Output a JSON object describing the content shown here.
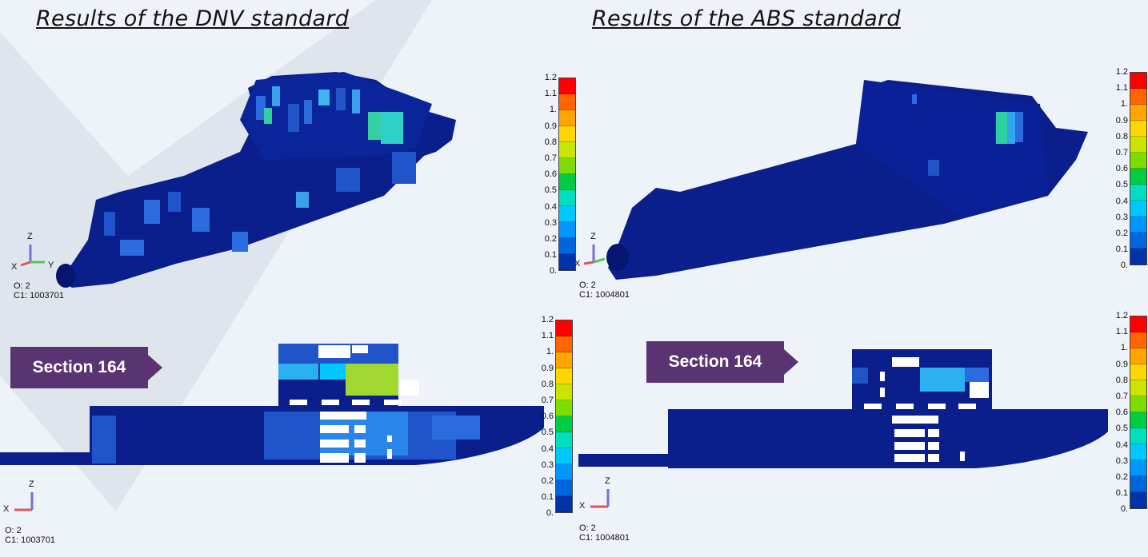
{
  "titles": {
    "left": "Results of the DNV standard",
    "right": "Results of the ABS standard"
  },
  "callout_label": "Section 164",
  "scale_labels": [
    "1.2",
    "1.1",
    "1.",
    "0.9",
    "0.8",
    "0.7",
    "0.6",
    "0.5",
    "0.4",
    "0.3",
    "0.2",
    "0.1",
    "0."
  ],
  "scale_colors": [
    "#ff0000",
    "#ff6600",
    "#ffa500",
    "#ffd700",
    "#c8e600",
    "#7ddc00",
    "#00cc44",
    "#00e0c0",
    "#00c8ff",
    "#0096ff",
    "#0066dd",
    "#0033aa",
    "#000066"
  ],
  "views": {
    "dnv_3d": {
      "o": "O: 2",
      "c1": "C1: 1003701"
    },
    "abs_3d": {
      "o": "O: 2",
      "c1": "C1: 1004801"
    },
    "dnv_sec": {
      "o": "O: 2",
      "c1": "C1: 1003701"
    },
    "abs_sec": {
      "o": "O: 2",
      "c1": "C1: 1004801"
    }
  },
  "axes": {
    "x": "X",
    "y": "Y",
    "z": "Z"
  },
  "colors": {
    "hull": "#0a1f8c",
    "hull_dark": "#061570",
    "mesh_light": "#2a5fd0",
    "callout": "#5a3472",
    "background": "#eef3f9"
  }
}
